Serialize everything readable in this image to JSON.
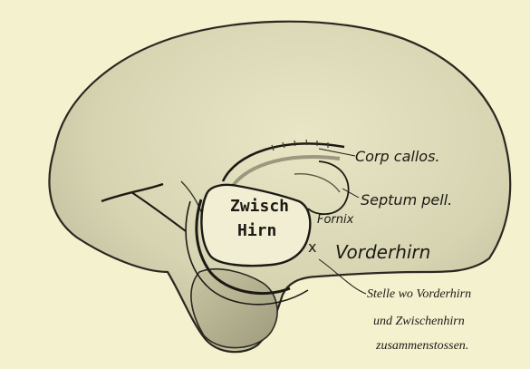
{
  "labels": {
    "corp_callos": "Corp callos.",
    "septum_pell": "Septum pell.",
    "zwisch": "Zwisch",
    "hirn": "Hirn",
    "fornix": "Fornix",
    "x_mark": "x",
    "vorderhirn": "Vorderhirn",
    "stelle_line1": "Stelle wo Vorderhirn",
    "stelle_line2": "und Zwischenhirn",
    "stelle_line3": "zusammenstossen."
  },
  "colors": {
    "paper": "#f4f1cf",
    "ink": "#1b1a14",
    "brain_fill": "#dcd9b6",
    "shadow": "#a8a587"
  }
}
